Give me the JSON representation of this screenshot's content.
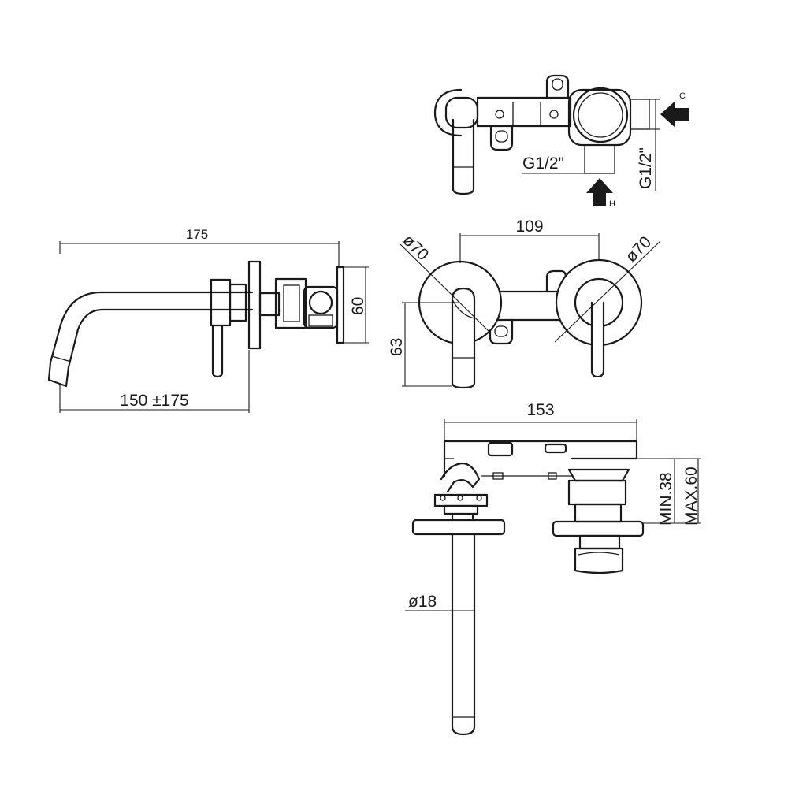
{
  "dimensions": {
    "side_total_length": "175",
    "side_spout_projection": "150 ±175",
    "side_plate_height": "60",
    "body_inlet_thread_horizontal": "G1/2\"",
    "body_inlet_thread_vertical": "G1/2\"",
    "front_rosette_left_diameter": "ø70",
    "front_rosette_right_diameter": "ø70",
    "front_center_distance": "109",
    "front_spout_height": "63",
    "top_body_width": "153",
    "top_min_depth": "MIN.38",
    "top_max_depth": "MAX.60",
    "top_spout_diameter": "ø18"
  },
  "inlets": {
    "cold_label": "C",
    "hot_label": "H"
  }
}
